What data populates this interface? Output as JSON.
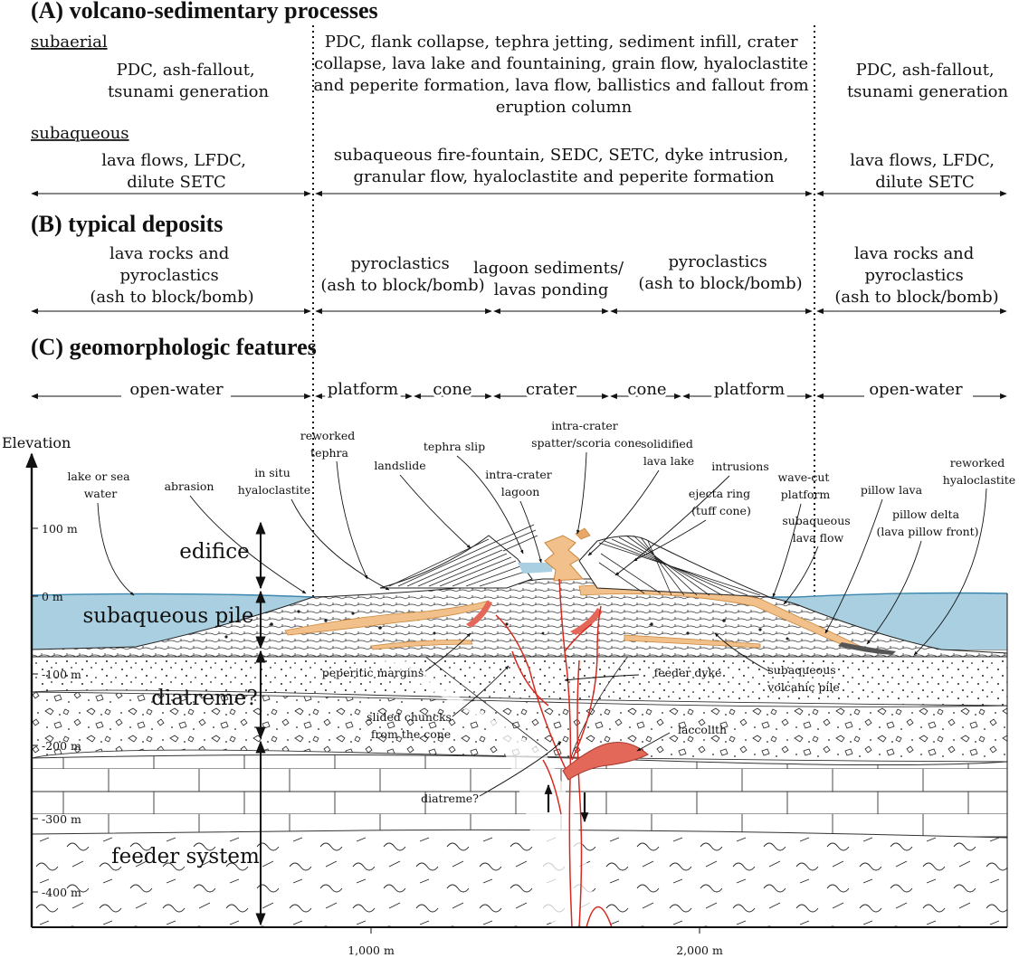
{
  "sections": {
    "a_title": "(A) volcano-sedimentary processes",
    "b_title": "(B) typical deposits",
    "c_title": "(C) geomorphologic features"
  },
  "processes": {
    "subaerial_label": "subaerial",
    "subaqueous_label": "subaqueous",
    "subaerial_left": [
      "PDC, ash-fallout,",
      "tsunami generation"
    ],
    "subaerial_center": [
      "PDC, flank collapse, tephra jetting, sediment infill, crater",
      "collapse, lava lake and fountaining, grain flow, hyaloclastite",
      "and peperite formation, lava flow, ballistics and fallout from",
      "eruption column"
    ],
    "subaerial_right": [
      "PDC, ash-fallout,",
      "tsunami generation"
    ],
    "subaqueous_left": [
      "lava flows, LFDC,",
      "dilute SETC"
    ],
    "subaqueous_center": [
      "subaqueous fire-fountain, SEDC, SETC, dyke intrusion,",
      "granular flow,  hyaloclastite and peperite formation"
    ],
    "subaqueous_right": [
      "lava flows, LFDC,",
      "dilute SETC"
    ]
  },
  "deposits": {
    "left": [
      "lava rocks and",
      "pyroclastics",
      "(ash to block/bomb)"
    ],
    "center_left": [
      "pyroclastics",
      "(ash to block/bomb)"
    ],
    "center": [
      "lagoon sediments/",
      "lavas ponding"
    ],
    "center_right": [
      "pyroclastics",
      "(ash to block/bomb)"
    ],
    "right": [
      "lava rocks and",
      "pyroclastics",
      "(ash to block/bomb)"
    ]
  },
  "geomorph": [
    "open-water",
    "platform",
    "cone",
    "crater",
    "cone",
    "platform",
    "open-water"
  ],
  "axis": {
    "y_title": "Elevation",
    "y_ticks": [
      "100 m",
      "0 m",
      "-100 m",
      "-200 m",
      "-300 m",
      "-400 m"
    ],
    "x_ticks": [
      "1,000 m",
      "2,000 m"
    ]
  },
  "zones": [
    "edifice",
    "subaqueous pile",
    "diatreme?",
    "feeder system"
  ],
  "labels": {
    "lake_water": [
      "lake or sea",
      "water"
    ],
    "abrasion": "abrasion",
    "in_situ": [
      "in situ",
      "hyaloclastite"
    ],
    "reworked_tephra": [
      "reworked",
      "tephra"
    ],
    "landslide": "landslide",
    "tephra_slip": "tephra slip",
    "lagoon": [
      "intra-crater",
      "lagoon"
    ],
    "spatter": [
      "intra-crater",
      "spatter/scoria cone"
    ],
    "lava_lake": [
      "solidified",
      "lava lake"
    ],
    "intrusions": "intrusions",
    "ejecta": [
      "ejecta ring",
      "(tuff cone)"
    ],
    "wave_cut": [
      "wave-cut",
      "platform"
    ],
    "subaq_flow": [
      "subaqueous",
      "lava flow"
    ],
    "pillow_lava": "pillow lava",
    "pillow_delta": [
      "pillow delta",
      "(lava pillow front)"
    ],
    "reworked_hyalo": [
      "reworked",
      "hyaloclastite"
    ],
    "peperitic": "peperitic margins",
    "feeder_dyke": "feeder dyke",
    "subaq_pile": [
      "subaqueous",
      "volcanic pile"
    ],
    "slided": [
      "slided chuncks",
      "from the cone"
    ],
    "laccolith": "laccolith",
    "diatreme_q": "diatreme?"
  },
  "colors": {
    "water": "#a9cfe0",
    "lava": "#f2c08a",
    "lava_edge": "#c8873c",
    "laccolith": "#e4685a",
    "dyke": "#d42a1f"
  }
}
